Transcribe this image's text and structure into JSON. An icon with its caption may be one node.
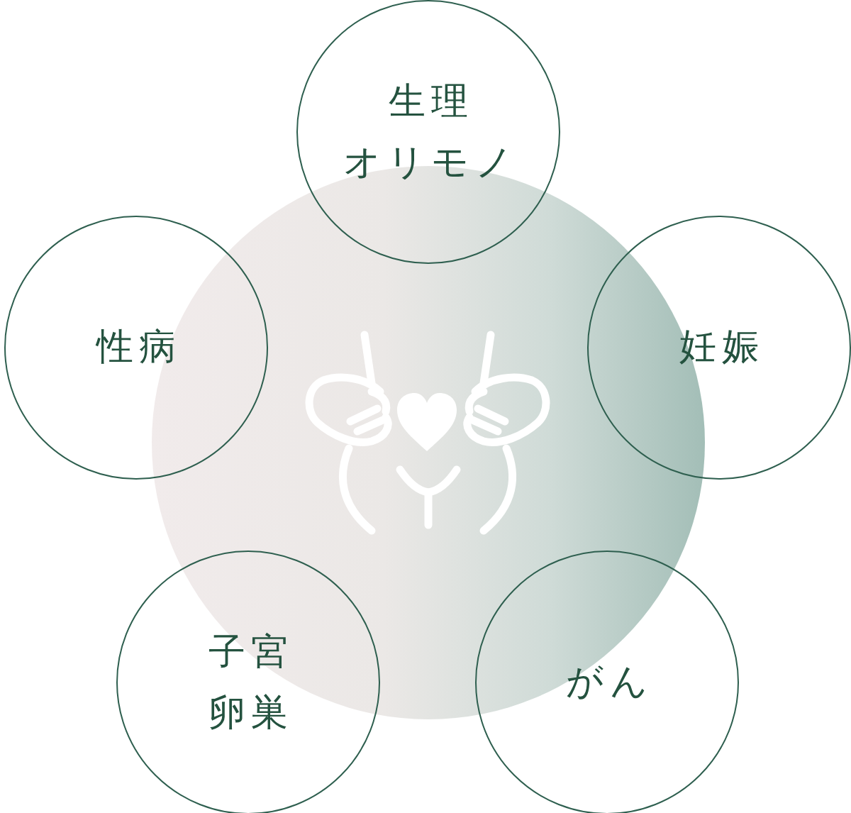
{
  "diagram": {
    "nodes": [
      {
        "text": [
          "生理",
          "オリモノ"
        ]
      },
      {
        "text": [
          "性病"
        ]
      },
      {
        "text": [
          "妊娠"
        ]
      },
      {
        "text": [],
        "shape": "circle"
      },
      {
        "text": [
          "子宮",
          "卵巣"
        ]
      },
      {
        "text": [
          "がん"
        ]
      }
    ]
  }
}
